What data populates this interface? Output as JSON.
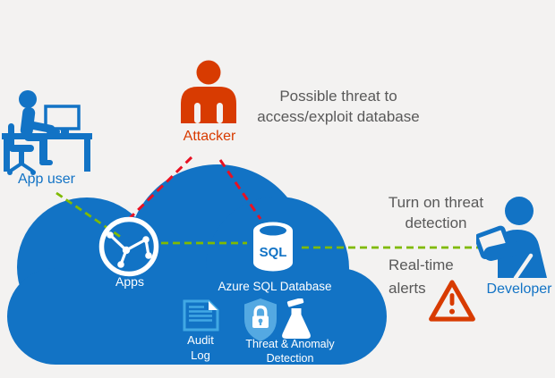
{
  "colors": {
    "background": "#f3f2f1",
    "azure_blue": "#1273c5",
    "light_blue": "#41a8e4",
    "shield_blue": "#54a9e2",
    "alert_orange": "#d83b01",
    "threat_red": "#e81123",
    "safe_green": "#7fba00",
    "text_gray": "#595959"
  },
  "actors": {
    "app_user": {
      "label": "App user"
    },
    "attacker": {
      "label": "Attacker"
    },
    "developer": {
      "label": "Developer"
    }
  },
  "cloud": {
    "apps": {
      "label": "Apps"
    },
    "sql": {
      "icon_text": "SQL",
      "label": "Azure SQL Database"
    },
    "audit_log": {
      "line1": "Audit",
      "line2": "Log"
    },
    "threat_detection": {
      "line1": "Threat & Anomaly",
      "line2": "Detection"
    }
  },
  "annotations": {
    "possible_threat": {
      "line1": "Possible threat to",
      "line2": "access/exploit database"
    },
    "turn_on_detection": {
      "line1": "Turn on threat",
      "line2": "detection"
    },
    "realtime_alerts": {
      "line1": "Real-time",
      "line2": "alerts"
    }
  }
}
